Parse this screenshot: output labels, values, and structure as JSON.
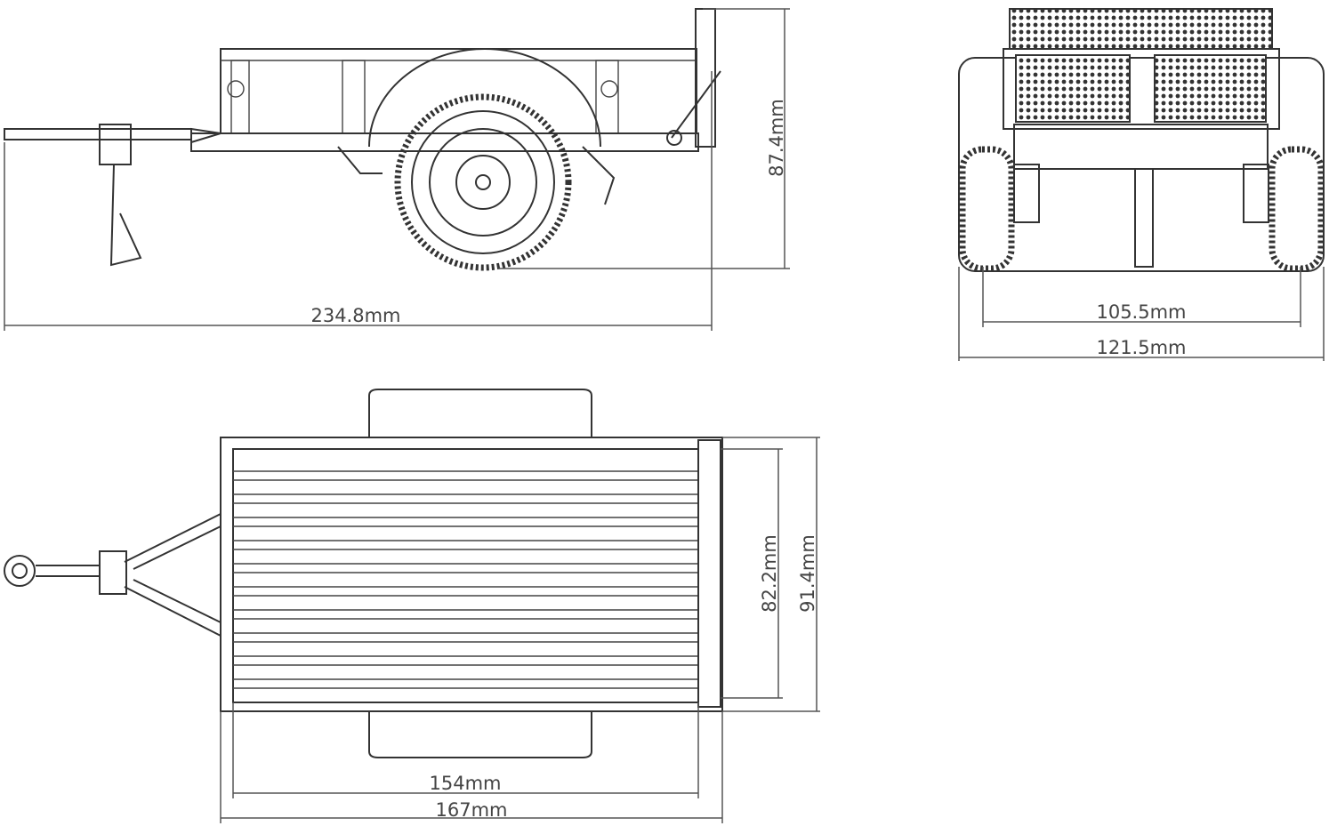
{
  "title": "Trailer dimension drawing",
  "views": {
    "side": {
      "length_label": "234.8mm",
      "height_label": "87.4mm"
    },
    "rear": {
      "track_label": "105.5mm",
      "width_label": "121.5mm"
    },
    "top": {
      "deck_length_label": "154mm",
      "overall_length_label": "167mm",
      "deck_width_label": "82.2mm",
      "overall_width_label": "91.4mm"
    }
  },
  "colors": {
    "line": "#333333",
    "background": "#ffffff"
  }
}
